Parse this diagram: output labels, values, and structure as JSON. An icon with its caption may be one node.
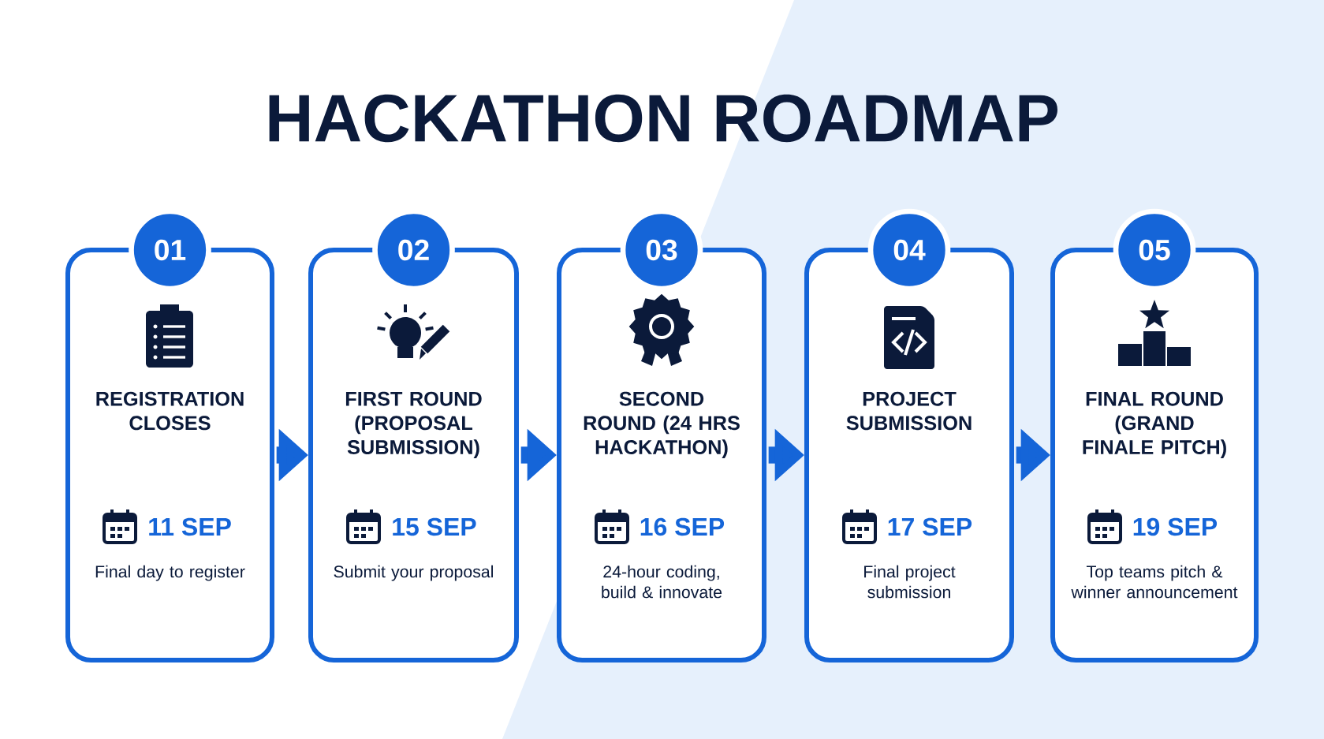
{
  "diagram": {
    "title": "HACKATHON ROADMAP",
    "nodes": [
      {
        "text": [
          "01"
        ]
      },
      {
        "text": [
          "REGISTRATION CLOSES",
          "11 SEP",
          "Final day to register"
        ]
      },
      {
        "text": [
          "02"
        ]
      },
      {
        "text": [
          "FIRST ROUND (PROPOSAL SUBMISSION)",
          "15 SEP",
          "Submit your proposal"
        ]
      },
      {
        "text": [
          "03"
        ]
      },
      {
        "text": [
          "SECOND ROUND (24 HRS HACKATHON)",
          "16 SEP",
          "24-hour coding, build & innovate"
        ]
      },
      {
        "text": [
          "04"
        ]
      },
      {
        "text": [
          "PROJECT SUBMISSION",
          "17 SEP",
          "Final project submission"
        ]
      },
      {
        "text": [
          "05"
        ]
      },
      {
        "text": [
          "FINAL ROUND (GRAND FINALE PITCH)",
          "19 SEP",
          "Top teams pitch & winner announcement"
        ]
      }
    ],
    "edges": [
      {
        "from": 1,
        "to": 3,
        "arrow": "to"
      },
      {
        "from": 3,
        "to": 5,
        "arrow": "to"
      },
      {
        "from": 5,
        "to": 7,
        "arrow": "to"
      },
      {
        "from": 7,
        "to": 9,
        "arrow": "to"
      }
    ]
  }
}
